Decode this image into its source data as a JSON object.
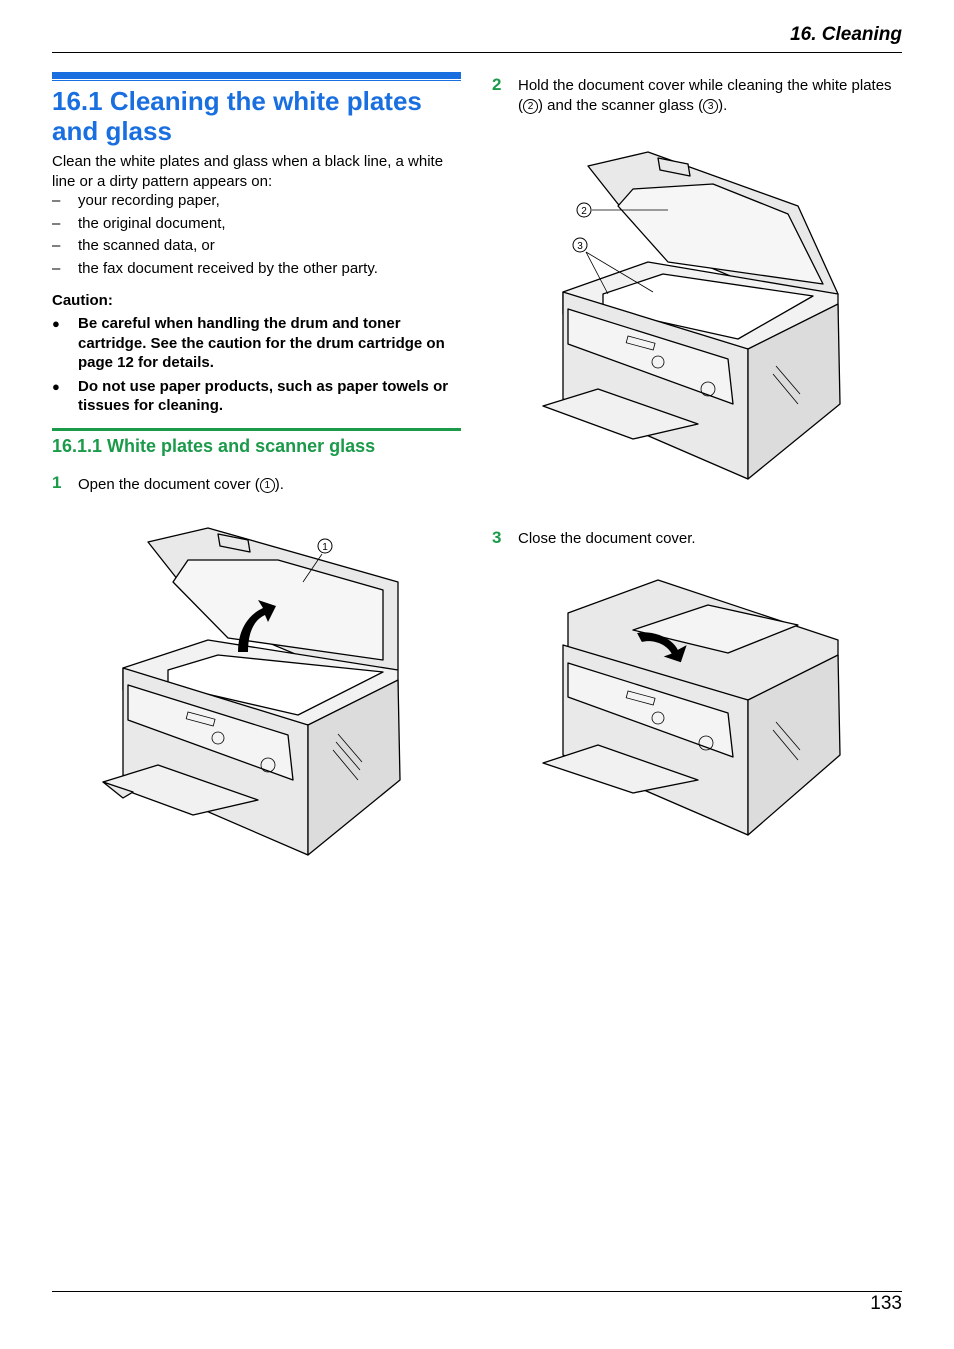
{
  "header": {
    "section_title": "16. Cleaning"
  },
  "section": {
    "heading": "16.1 Cleaning the white plates and glass",
    "intro": "Clean the white plates and glass when a black line, a white line or a dirty pattern appears on:",
    "list_items": [
      "your recording paper,",
      "the original document,",
      "the scanned data, or",
      "the fax document received by the other party."
    ],
    "caution_label": "Caution:",
    "caution_items": [
      "Be careful when handling the drum and toner cartridge. See the caution for the drum cartridge on page 12 for details.",
      "Do not use paper products, such as paper towels or tissues for cleaning."
    ]
  },
  "subsection": {
    "heading": "16.1.1 White plates and scanner glass",
    "steps": [
      {
        "num": "1",
        "pre": "Open the document cover (",
        "mark": "1",
        "post": ")."
      },
      {
        "num": "2",
        "pre": "Hold the document cover while cleaning the white plates (",
        "mark": "2",
        "mid": ") and the scanner glass (",
        "mark2": "3",
        "post": ")."
      },
      {
        "num": "3",
        "pre": "Close the document cover.",
        "mark": "",
        "post": ""
      }
    ]
  },
  "figures": {
    "fig1_callout": "1",
    "fig2_callout_a": "2",
    "fig2_callout_b": "3"
  },
  "footer": {
    "page_number": "133"
  }
}
